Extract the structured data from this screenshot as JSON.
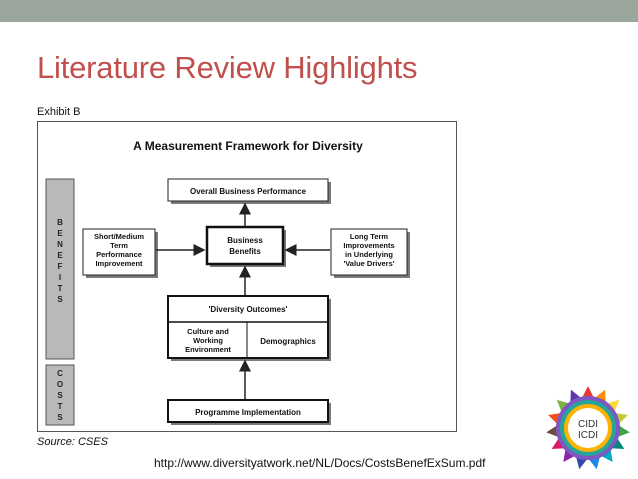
{
  "slide": {
    "title": "Literature Review Highlights",
    "exhibit_label": "Exhibit B",
    "source": "Source: CSES",
    "url": "http://www.diversityatwork.net/NL/Docs/CostsBenefExSum.pdf"
  },
  "diagram": {
    "heading": "A Measurement Framework for Diversity",
    "benefits_label": [
      "B",
      "E",
      "N",
      "E",
      "F",
      "I",
      "T",
      "S"
    ],
    "costs_label": [
      "C",
      "O",
      "S",
      "T",
      "S"
    ],
    "overall_performance": "Overall Business Performance",
    "business_benefits": [
      "Business",
      "Benefits"
    ],
    "short_term": [
      "Short/Medium",
      "Term",
      "Performance",
      "Improvement"
    ],
    "long_term": [
      "Long Term",
      "Improvements",
      "in Underlying",
      "'Value Drivers'"
    ],
    "diversity_outcomes": "'Diversity Outcomes'",
    "culture": [
      "Culture and",
      "Working",
      "Environment"
    ],
    "demographics": "Demographics",
    "programme": "Programme Implementation"
  },
  "logo": {
    "line1": "CIDI",
    "line2": "ICDI"
  },
  "colors": {
    "title": "#c0504d",
    "topbar": "#9aa59b",
    "side_bar": "#b9b9b9",
    "box_shadow": "#7a7a7a"
  }
}
